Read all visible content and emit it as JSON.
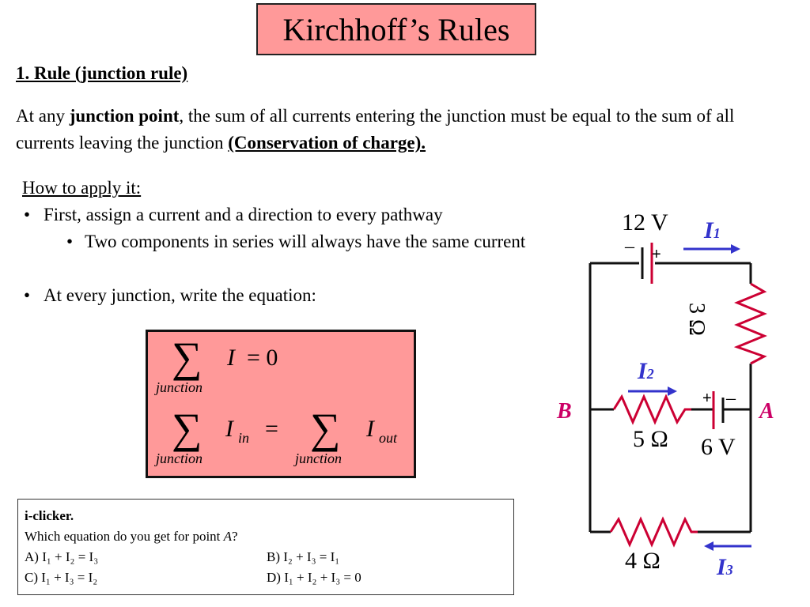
{
  "title": "Kirchhoff’s Rules",
  "rule": {
    "heading": "1. Rule (junction rule)",
    "text_pre": "At any ",
    "text_bold": "junction point",
    "text_mid": ", the sum of all currents entering the junction must be equal to the sum of all currents leaving the junction ",
    "text_emph": "(Conservation of charge)."
  },
  "how_to": {
    "heading": "How to apply it:",
    "bullet1": "First, assign a current and a direction to every pathway",
    "bullet2": "Two components in series will always have the same current",
    "bullet3": "At every junction, write the equation:"
  },
  "equations": {
    "eq1_var": "I",
    "eq1_rhs": "= 0",
    "sub_junction": "junction",
    "eq2_in": "in",
    "eq2_out": "out",
    "eq2_eq": "="
  },
  "clicker": {
    "heading": "i-clicker.",
    "question_pre": "Which equation do you get for point ",
    "question_point": "A",
    "question_post": "?",
    "options": {
      "a": "A) I₁ + I₂ = I₃",
      "b": "B) I₂ + I₃ = I₁",
      "c": "C) I₁ + I₃ = I₂",
      "d": "D) I₁ + I₂ + I₃ = 0"
    }
  },
  "circuit": {
    "battery_top": "12 V",
    "battery_mid": "6 V",
    "r_top": "3 Ω",
    "r_mid": "5 Ω",
    "r_bottom": "4 Ω",
    "i1": "I",
    "i1_sub": "1",
    "i2": "I",
    "i2_sub": "2",
    "i3": "I",
    "i3_sub": "3",
    "node_a": "A",
    "node_b": "B",
    "plus": "+",
    "minus": "–"
  },
  "colors": {
    "title_bg": "#ff9999",
    "eq_bg": "#ff9999",
    "current": "#3333cc",
    "resistor": "#cc0033",
    "node_label": "#cc0066"
  }
}
